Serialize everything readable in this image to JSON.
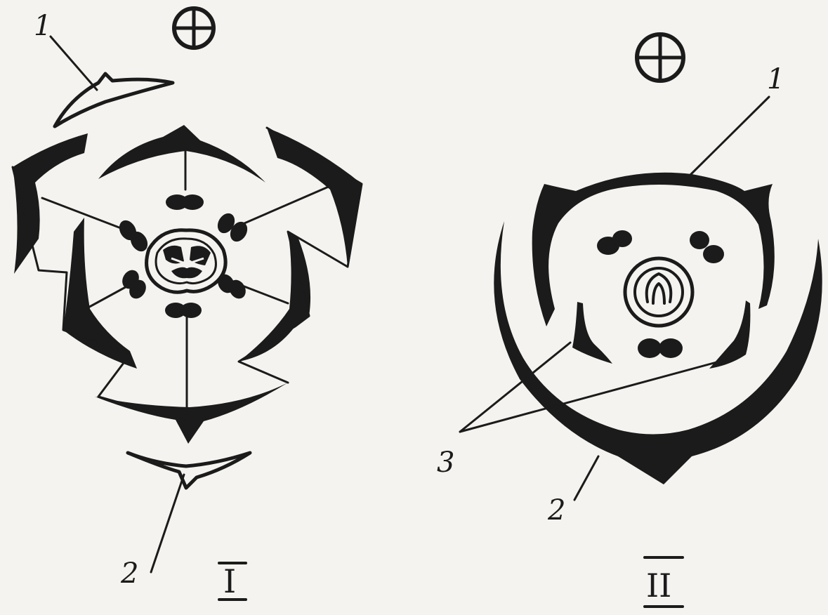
{
  "figure": {
    "diagram_I": {
      "numeral": "I",
      "labels": {
        "bract": "1",
        "bracteole": "2"
      },
      "symmetry_icon": "actinomorphic-symbol-icon"
    },
    "diagram_II": {
      "numeral": "II",
      "labels": {
        "sepal_whorl": "1",
        "spathe": "2",
        "lateral": "3"
      },
      "symmetry_icon": "actinomorphic-symbol-icon"
    }
  },
  "colors": {
    "ink": "#1b1b1b",
    "paper": "#f4f3ef"
  }
}
